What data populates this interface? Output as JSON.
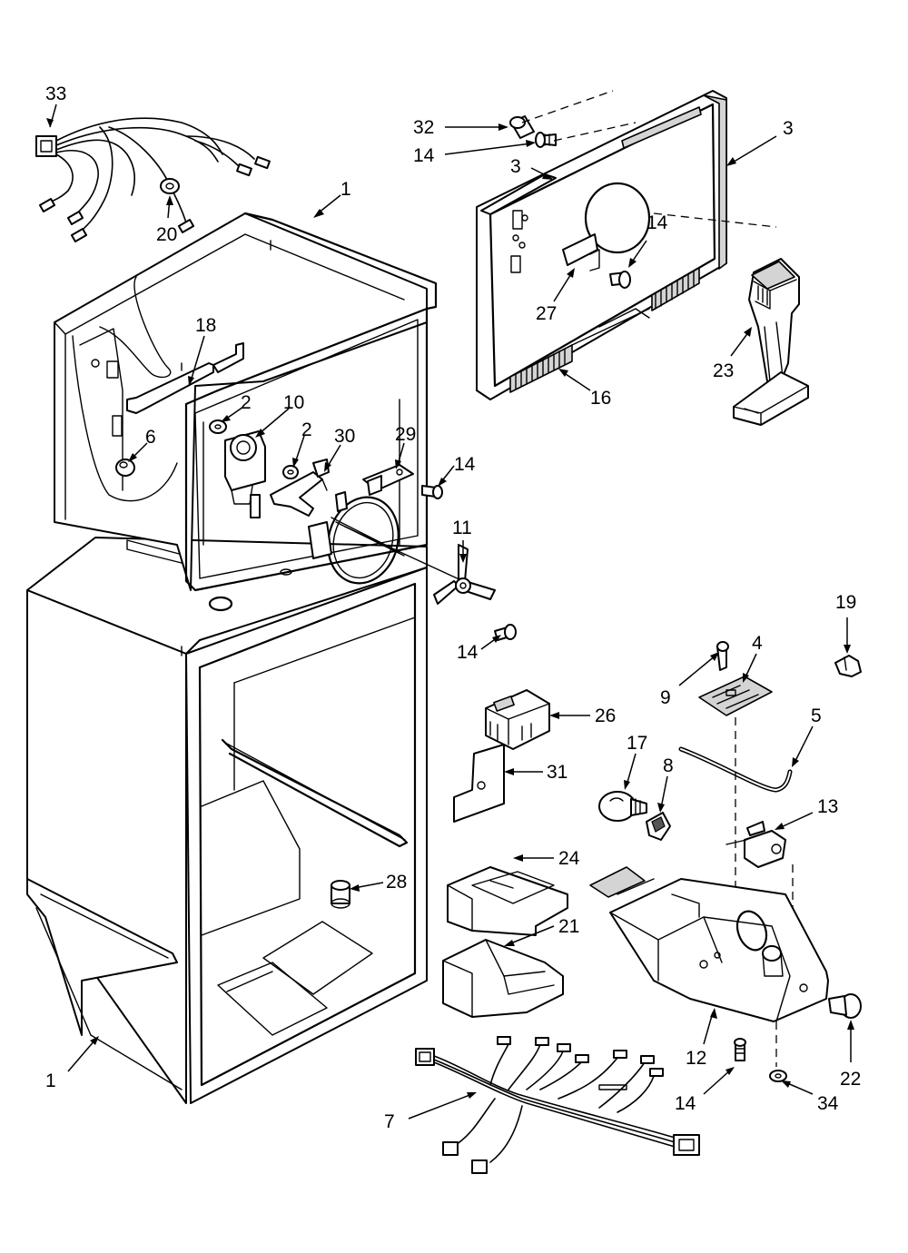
{
  "callouts": [
    {
      "id": "33",
      "text": "33"
    },
    {
      "id": "20",
      "text": "20"
    },
    {
      "id": "1a",
      "text": "1"
    },
    {
      "id": "32",
      "text": "32"
    },
    {
      "id": "14a",
      "text": "14"
    },
    {
      "id": "3a",
      "text": "3"
    },
    {
      "id": "3b",
      "text": "3"
    },
    {
      "id": "14b",
      "text": "14"
    },
    {
      "id": "27",
      "text": "27"
    },
    {
      "id": "23",
      "text": "23"
    },
    {
      "id": "16",
      "text": "16"
    },
    {
      "id": "18",
      "text": "18"
    },
    {
      "id": "2a",
      "text": "2"
    },
    {
      "id": "10",
      "text": "10"
    },
    {
      "id": "6",
      "text": "6"
    },
    {
      "id": "2b",
      "text": "2"
    },
    {
      "id": "30",
      "text": "30"
    },
    {
      "id": "29",
      "text": "29"
    },
    {
      "id": "14c",
      "text": "14"
    },
    {
      "id": "11",
      "text": "11"
    },
    {
      "id": "14d",
      "text": "14"
    },
    {
      "id": "19",
      "text": "19"
    },
    {
      "id": "4",
      "text": "4"
    },
    {
      "id": "9",
      "text": "9"
    },
    {
      "id": "26",
      "text": "26"
    },
    {
      "id": "5",
      "text": "5"
    },
    {
      "id": "17",
      "text": "17"
    },
    {
      "id": "8",
      "text": "8"
    },
    {
      "id": "31",
      "text": "31"
    },
    {
      "id": "13",
      "text": "13"
    },
    {
      "id": "24",
      "text": "24"
    },
    {
      "id": "28",
      "text": "28"
    },
    {
      "id": "21",
      "text": "21"
    },
    {
      "id": "12",
      "text": "12"
    },
    {
      "id": "22",
      "text": "22"
    },
    {
      "id": "1b",
      "text": "1"
    },
    {
      "id": "14e",
      "text": "14"
    },
    {
      "id": "34",
      "text": "34"
    },
    {
      "id": "7",
      "text": "7"
    }
  ],
  "parts": [
    {
      "id": "cabinet",
      "icon": "cabinet-icon"
    },
    {
      "id": "wire-harness-upper",
      "icon": "wire-harness-icon"
    },
    {
      "id": "rear-panel",
      "icon": "panel-icon"
    },
    {
      "id": "control-housing",
      "icon": "housing-icon"
    },
    {
      "id": "fan-blade",
      "icon": "fan-icon"
    },
    {
      "id": "light-bulb",
      "icon": "bulb-icon"
    },
    {
      "id": "wire-harness-lower",
      "icon": "wire-harness-icon"
    }
  ]
}
